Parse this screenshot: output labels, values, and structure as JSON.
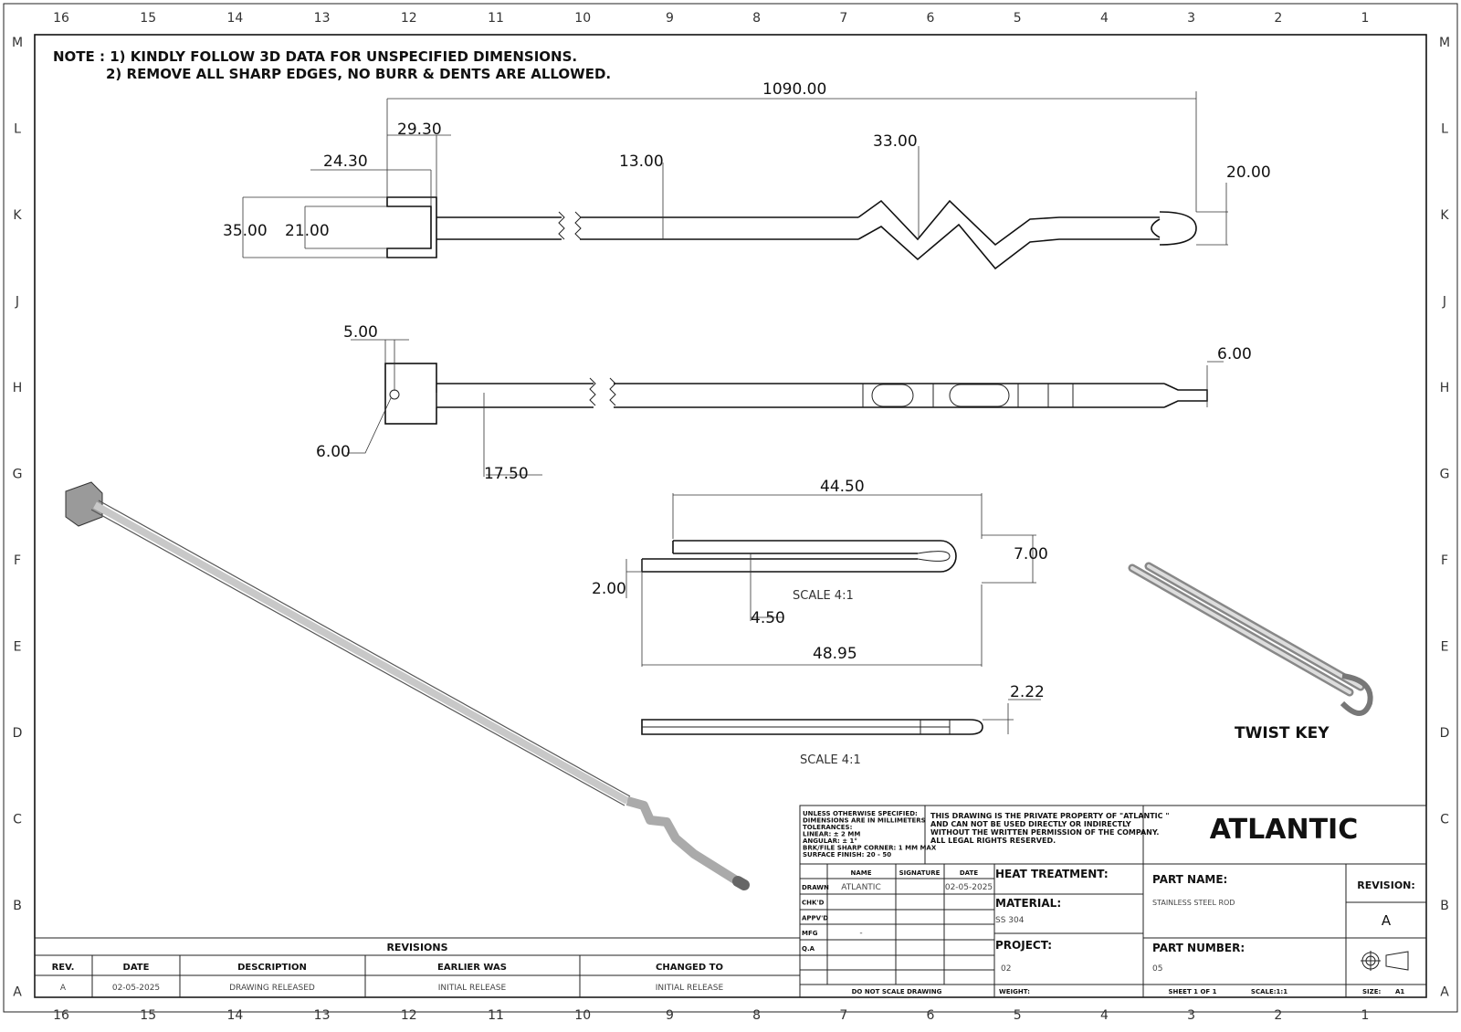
{
  "zones": {
    "columns": [
      "16",
      "15",
      "14",
      "13",
      "12",
      "11",
      "10",
      "9",
      "8",
      "7",
      "6",
      "5",
      "4",
      "3",
      "2",
      "1"
    ],
    "rows": [
      "M",
      "L",
      "K",
      "J",
      "H",
      "G",
      "F",
      "E",
      "D",
      "C",
      "B",
      "A"
    ]
  },
  "notes": {
    "line1": "NOTE : 1) KINDLY FOLLOW 3D DATA FOR UNSPECIFIED DIMENSIONS.",
    "line2": "2) REMOVE ALL SHARP EDGES, NO BURR & DENTS ARE ALLOWED."
  },
  "dimensions": {
    "overall_length": "1090.00",
    "fork_outer": "29.30",
    "fork_inner": "24.30",
    "rod_dia": "13.00",
    "twist": "33.00",
    "ball_end": "20.00",
    "head_height": "35.00",
    "slot_width": "21.00",
    "hole_offset": "5.00",
    "hole_dia": "6.00",
    "neck_length": "17.50",
    "tip_width": "6.00",
    "key_length": "44.50",
    "key_width": "7.00",
    "key_thickness": "2.00",
    "key_step": "4.50",
    "key_total": "48.95",
    "key_side": "2.22"
  },
  "views": {
    "scale_1": "SCALE 4:1",
    "scale_2": "SCALE 4:1",
    "twist_key_label": "TWIST KEY"
  },
  "revisions": {
    "title": "REVISIONS",
    "headers": [
      "REV.",
      "DATE",
      "DESCRIPTION",
      "EARLIER WAS",
      "CHANGED TO"
    ],
    "rows": [
      [
        "A",
        "02-05-2025",
        "DRAWING RELEASED",
        "INITIAL RELEASE",
        "INITIAL RELEASE"
      ]
    ]
  },
  "title_block": {
    "general_notes": [
      "UNLESS OTHERWISE SPECIFIED:",
      "DIMENSIONS ARE IN MILLIMETERS",
      "TOLERANCES:",
      "LINEAR: ± 2 MM",
      "ANGULAR: ± 1°",
      "BRK/FILE SHARP CORNER: 1 MM MAX",
      "SURFACE FINISH: 20 - 50"
    ],
    "property_notice": [
      "THIS DRAWING IS THE PRIVATE PROPERTY OF \"ATLANTIC \"",
      "AND CAN NOT BE USED DIRECTLY OR INDIRECTLY",
      "WITHOUT THE WRITTEN PERMISSION  OF THE COMPANY.",
      "ALL LEGAL RIGHTS RESERVED."
    ],
    "company": "ATLANTIC",
    "sign_headers": [
      "NAME",
      "SIGNATURE",
      "DATE"
    ],
    "sign_rows": [
      {
        "role": "DRAWN",
        "name": "ATLANTIC",
        "date": "02-05-2025"
      },
      {
        "role": "CHK'D",
        "name": "",
        "date": ""
      },
      {
        "role": "APPV'D",
        "name": "",
        "date": ""
      },
      {
        "role": "MFG",
        "name": "-",
        "date": ""
      },
      {
        "role": "Q.A",
        "name": "",
        "date": ""
      }
    ],
    "heat_treatment_label": "HEAT TREATMENT:",
    "material_label": "MATERIAL:",
    "material": "SS 304",
    "project_label": "PROJECT:",
    "project": "02",
    "part_name_label": "PART NAME:",
    "part_name": "STAINLESS STEEL ROD",
    "part_number_label": "PART NUMBER:",
    "part_number": "05",
    "revision_label": "REVISION:",
    "revision": "A",
    "do_not_scale": "DO NOT SCALE DRAWING",
    "weight_label": "WEIGHT:",
    "sheet": "SHEET 1 OF 1",
    "scale": "SCALE:1:1",
    "size_label": "SIZE:",
    "size": "A1"
  }
}
